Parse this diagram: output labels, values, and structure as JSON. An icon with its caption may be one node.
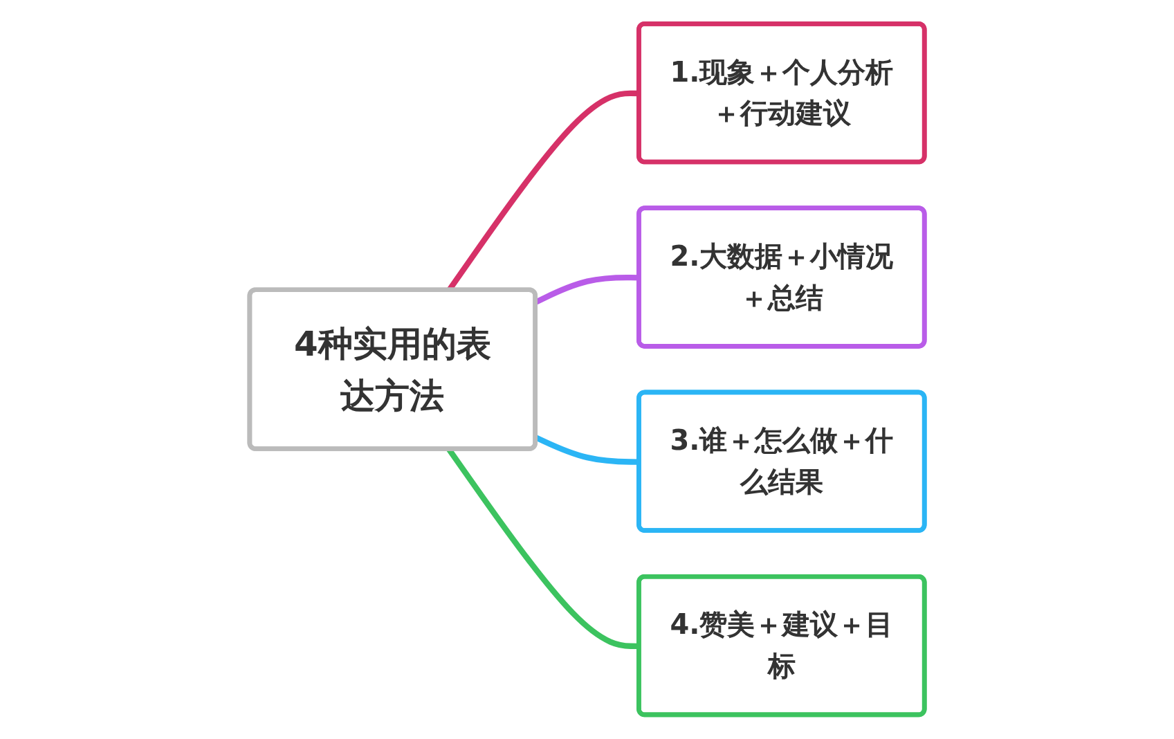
{
  "diagram": {
    "nodes": [
      {
        "text": [
          "4种实用的表达方法"
        ]
      },
      {
        "text": [
          "1.现象＋个人分析＋行动建议"
        ]
      },
      {
        "text": [
          "2.大数据＋小情况＋总结"
        ]
      },
      {
        "text": [
          "3.谁＋怎么做＋什么结果"
        ]
      },
      {
        "text": [
          "4.赞美＋建议＋目标"
        ]
      }
    ],
    "edges": [
      {
        "from": 0,
        "to": 1,
        "arrow": "none",
        "color": "#d63168"
      },
      {
        "from": 0,
        "to": 2,
        "arrow": "none",
        "color": "#b95ce8"
      },
      {
        "from": 0,
        "to": 3,
        "arrow": "none",
        "color": "#2bb5f5"
      },
      {
        "from": 0,
        "to": 4,
        "arrow": "none",
        "color": "#3cc35f"
      }
    ]
  }
}
